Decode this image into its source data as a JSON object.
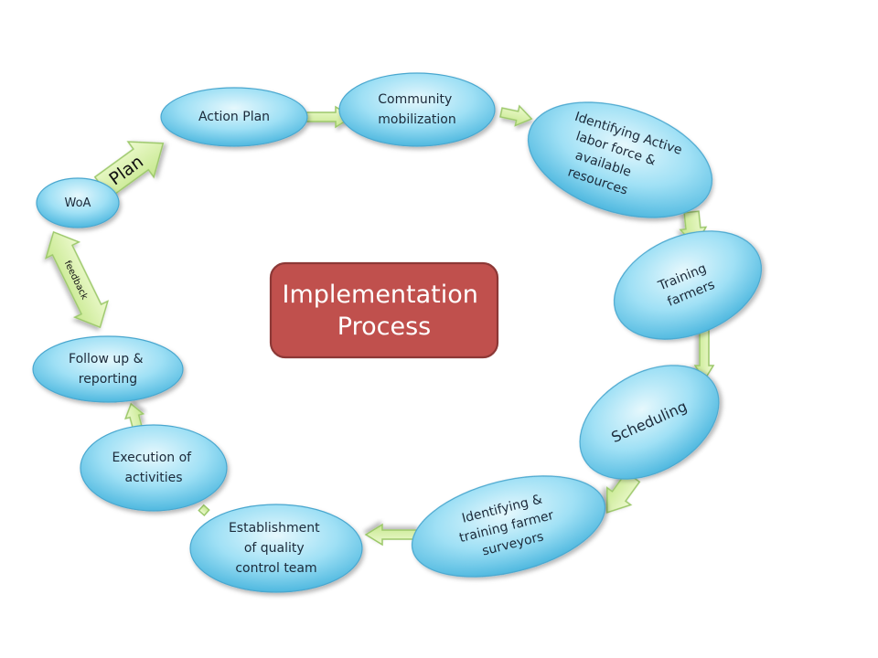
{
  "center": {
    "line1": "Implementation",
    "line2": "Process"
  },
  "nodes": {
    "action_plan": {
      "lines": [
        "Action Plan"
      ]
    },
    "community": {
      "lines": [
        "Community",
        "mobilization"
      ]
    },
    "identifying_active": {
      "lines": [
        "Identifying Active",
        "labor force &",
        "available",
        "resources"
      ]
    },
    "training": {
      "lines": [
        "Training",
        "farmers"
      ]
    },
    "scheduling": {
      "lines": [
        "Scheduling"
      ]
    },
    "identifying_training": {
      "lines": [
        "Identifying &",
        "training farmer",
        "surveyors"
      ]
    },
    "establishment": {
      "lines": [
        "Establishment",
        "of quality",
        "control team"
      ]
    },
    "execution": {
      "lines": [
        "Execution of",
        "activities"
      ]
    },
    "follow_up": {
      "lines": [
        "Follow up &",
        "reporting"
      ]
    },
    "woa": {
      "lines": [
        "WoA"
      ]
    }
  },
  "arrow_labels": {
    "plan": "Plan",
    "feedback": "feedback"
  },
  "colors": {
    "bubble_light": "#d9f4fc",
    "bubble_mid": "#8fdcf4",
    "bubble_dark": "#3fb0dc",
    "bubble_stroke": "#4aa7cf",
    "arrow_fill": "#d8f2a4",
    "arrow_stroke": "#9cc86a",
    "center_fill": "#c0504d",
    "center_stroke": "#8c3836"
  }
}
